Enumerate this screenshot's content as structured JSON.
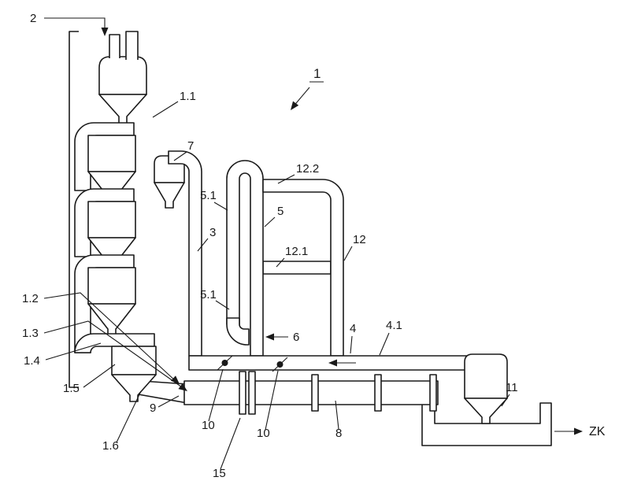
{
  "colors": {
    "ink": "#1a1a1a",
    "background": "#ffffff"
  },
  "labels": {
    "l2": "2",
    "l1": "1",
    "l1_1": "1.1",
    "l7": "7",
    "l5_1a": "5.1",
    "l12_2": "12.2",
    "l5": "5",
    "l3": "3",
    "l12_1": "12.1",
    "l12": "12",
    "l1_2": "1.2",
    "l1_3": "1.3",
    "l1_4": "1.4",
    "l1_5": "1.5",
    "l1_6": "1.6",
    "l5_1b": "5.1",
    "l6": "6",
    "l4": "4",
    "l4_1": "4.1",
    "l9": "9",
    "l10a": "10",
    "l10b": "10",
    "l8": "8",
    "l15": "15",
    "l11": "11",
    "lZK": "ZK"
  }
}
